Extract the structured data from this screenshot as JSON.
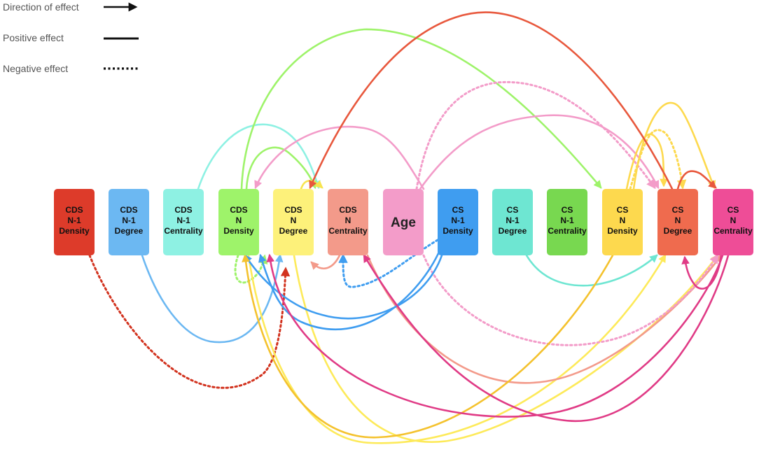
{
  "legend": {
    "direction_label": "Direction of  effect",
    "positive_label": "Positive effect",
    "negative_label": "Negative effect"
  },
  "nodes": [
    {
      "id": "cds_n1_density",
      "lines": [
        "CDS",
        "N-1",
        "Density"
      ],
      "color": "#dd3b2a",
      "big": false
    },
    {
      "id": "cds_n1_degree",
      "lines": [
        "CDS",
        "N-1",
        "Degree"
      ],
      "color": "#6cb8f2",
      "big": false
    },
    {
      "id": "cds_n1_centrality",
      "lines": [
        "CDS",
        "N-1",
        "Centrality"
      ],
      "color": "#8ef1e3",
      "big": false
    },
    {
      "id": "cds_n_density",
      "lines": [
        "CDS",
        "N",
        "Density"
      ],
      "color": "#9ef36a",
      "big": false
    },
    {
      "id": "cds_n_degree",
      "lines": [
        "CDS",
        "N",
        "Degree"
      ],
      "color": "#fdf17a",
      "big": false
    },
    {
      "id": "cds_n_centrality",
      "lines": [
        "CDS",
        "N",
        "Centrality"
      ],
      "color": "#f39a8a",
      "big": false
    },
    {
      "id": "age",
      "lines": [
        "Age"
      ],
      "color": "#f39cc9",
      "big": true
    },
    {
      "id": "cs_n1_density",
      "lines": [
        "CS",
        "N-1",
        "Density"
      ],
      "color": "#3f9df0",
      "big": false
    },
    {
      "id": "cs_n1_degree",
      "lines": [
        "CS",
        "N-1",
        "Degree"
      ],
      "color": "#6ee6d2",
      "big": false
    },
    {
      "id": "cs_n1_centrality",
      "lines": [
        "CS",
        "N-1",
        "Centrality"
      ],
      "color": "#78d850",
      "big": false
    },
    {
      "id": "cs_n_density",
      "lines": [
        "CS",
        "N",
        "Density"
      ],
      "color": "#fdd94e",
      "big": false
    },
    {
      "id": "cs_n_degree",
      "lines": [
        "CS",
        "N",
        "Degree"
      ],
      "color": "#ef6b4e",
      "big": false
    },
    {
      "id": "cs_n_centrality",
      "lines": [
        "CS",
        "N",
        "Centrality"
      ],
      "color": "#ee4d97",
      "big": false
    }
  ],
  "edges": [
    {
      "from": "cds_n1_density",
      "to": "cds_n_degree",
      "effect": "negative",
      "color": "#d2331f"
    },
    {
      "from": "cds_n1_degree",
      "to": "cds_n_degree",
      "effect": "positive",
      "color": "#6cb8f2"
    },
    {
      "from": "cds_n1_centrality",
      "to": "cds_n_centrality",
      "effect": "positive",
      "color": "#8ef1e3"
    },
    {
      "from": "cds_n_density",
      "to": "cs_n_density",
      "effect": "positive",
      "color": "#9ef36a"
    },
    {
      "from": "cds_n_density",
      "to": "cds_n_centrality",
      "effect": "positive",
      "color": "#9ef36a"
    },
    {
      "from": "cds_n_density",
      "to": "cds_n_degree",
      "effect": "negative",
      "color": "#9ef36a"
    },
    {
      "from": "cds_n_degree",
      "to": "cds_n_centrality",
      "effect": "positive",
      "color": "#f7e44e"
    },
    {
      "from": "cds_n_degree",
      "to": "cs_n_degree",
      "effect": "positive",
      "color": "#fdea5a"
    },
    {
      "from": "cds_n_degree",
      "to": "cs_n_centrality",
      "effect": "positive",
      "color": "#fdea5a"
    },
    {
      "from": "cds_n_centrality",
      "to": "cds_n_degree",
      "effect": "positive",
      "color": "#f39a8a"
    },
    {
      "from": "cds_n_centrality",
      "to": "cs_n_centrality",
      "effect": "positive",
      "color": "#f39a8a"
    },
    {
      "from": "age",
      "to": "cds_n_density",
      "effect": "positive",
      "color": "#f39cc9"
    },
    {
      "from": "age",
      "to": "cs_n_degree",
      "effect": "positive",
      "color": "#f39cc9"
    },
    {
      "from": "age",
      "to": "cs_n_degree",
      "effect": "negative",
      "color": "#f39cc9"
    },
    {
      "from": "age",
      "to": "cs_n_centrality",
      "effect": "negative",
      "color": "#f39cc9"
    },
    {
      "from": "cs_n1_density",
      "to": "cds_n_density",
      "effect": "positive",
      "color": "#3f9df0"
    },
    {
      "from": "cs_n1_density",
      "to": "cds_n_degree",
      "effect": "positive",
      "color": "#3f9df0"
    },
    {
      "from": "cs_n1_density",
      "to": "cds_n_centrality",
      "effect": "negative",
      "color": "#3f9df0"
    },
    {
      "from": "cs_n1_degree",
      "to": "cs_n_degree",
      "effect": "positive",
      "color": "#6ee6d2"
    },
    {
      "from": "cs_n_density",
      "to": "cs_n_density",
      "effect": "positive",
      "color": "#fdd94e"
    },
    {
      "from": "cs_n_density",
      "to": "cs_n_centrality",
      "effect": "positive",
      "color": "#fdd94e"
    },
    {
      "from": "cs_n_density",
      "to": "cs_n_degree",
      "effect": "negative",
      "color": "#fdd94e"
    },
    {
      "from": "cs_n_density",
      "to": "cds_n_density",
      "effect": "positive",
      "color": "#f4c22e"
    },
    {
      "from": "cs_n_degree",
      "to": "cds_n_centrality",
      "effect": "positive",
      "color": "#e8583d"
    },
    {
      "from": "cs_n_degree",
      "to": "cs_n_centrality",
      "effect": "positive",
      "color": "#e8583d"
    },
    {
      "from": "cs_n_centrality",
      "to": "cs_n_degree",
      "effect": "positive",
      "color": "#e03b86"
    },
    {
      "from": "cs_n_centrality",
      "to": "cds_n_degree",
      "effect": "positive",
      "color": "#e03b86"
    },
    {
      "from": "cs_n_centrality",
      "to": "cds_n_centrality",
      "effect": "positive",
      "color": "#e03b86"
    }
  ]
}
